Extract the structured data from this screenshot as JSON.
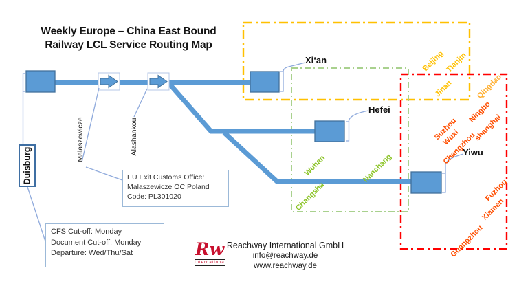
{
  "title": {
    "line1": "Weekly Europe – China East Bound",
    "line2": "Railway LCL Service Routing Map"
  },
  "origin": {
    "label": "Duisburg"
  },
  "transit_points": [
    {
      "label": "Malaszewicze"
    },
    {
      "label": "Alashankou"
    }
  ],
  "destinations": [
    {
      "label": "Xi‘an"
    },
    {
      "label": "Hefei"
    },
    {
      "label": "Yiwu"
    }
  ],
  "zones": {
    "north": {
      "border_color": "#FFC000",
      "cities": [
        "Beijing",
        "Tianjin",
        "Jinan",
        "Qingdao"
      ]
    },
    "central": {
      "border_color": "#A9D18E",
      "cities": [
        "Wuhan",
        "Nanchang",
        "Changsha"
      ]
    },
    "east": {
      "border_color": "#FF0000",
      "cities": [
        "Suzhou",
        "Wuxi",
        "Changzhou",
        "Ningbo",
        "shanghai",
        "Fuzhou",
        "Xiamen",
        "Guangzhou"
      ]
    }
  },
  "notes": {
    "customs": {
      "line1": "EU Exit Customs Office:",
      "line2": "Malaszewicze OC Poland",
      "line3": "Code: PL301020"
    },
    "schedule": {
      "line1": "CFS Cut-off: Monday",
      "line2": "Document Cut-off: Monday",
      "line3": "Departure: Wed/Thu/Sat"
    }
  },
  "company": {
    "logo_text": "Rw",
    "logo_sub": "International",
    "name": "Reachway International GmbH",
    "email": "info@reachway.de",
    "website": "www.reachway.de"
  },
  "colors": {
    "route_blue": "#5B9BD5",
    "node_border": "#41719C",
    "callout_blue": "#8FAADC",
    "logo_red": "#C8102E"
  }
}
